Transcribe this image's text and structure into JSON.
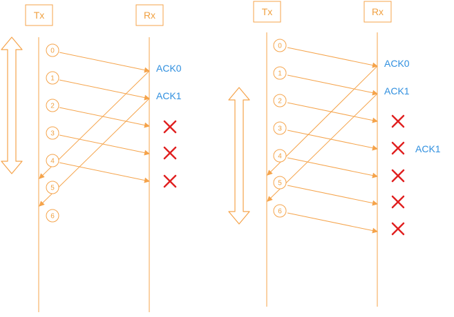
{
  "colors": {
    "accent": "#f5a34a",
    "ack": "#2f8fdf",
    "error": "#e02020",
    "background": "#ffffff"
  },
  "diagrams": [
    {
      "tx_label": "Tx",
      "rx_label": "Rx",
      "frames": [
        "0",
        "1",
        "2",
        "3",
        "4",
        "5",
        "6"
      ],
      "acks": [
        "ACK0",
        "ACK1"
      ],
      "lost_frames": [
        "2",
        "3",
        "4"
      ],
      "window_icon": "double-arrow-icon"
    },
    {
      "tx_label": "Tx",
      "rx_label": "Rx",
      "frames": [
        "0",
        "1",
        "2",
        "3",
        "4",
        "5",
        "6"
      ],
      "acks": [
        "ACK0",
        "ACK1",
        "ACK1"
      ],
      "lost_frames": [
        "2",
        "3",
        "4",
        "5",
        "6"
      ],
      "window_icon": "double-arrow-icon"
    }
  ]
}
